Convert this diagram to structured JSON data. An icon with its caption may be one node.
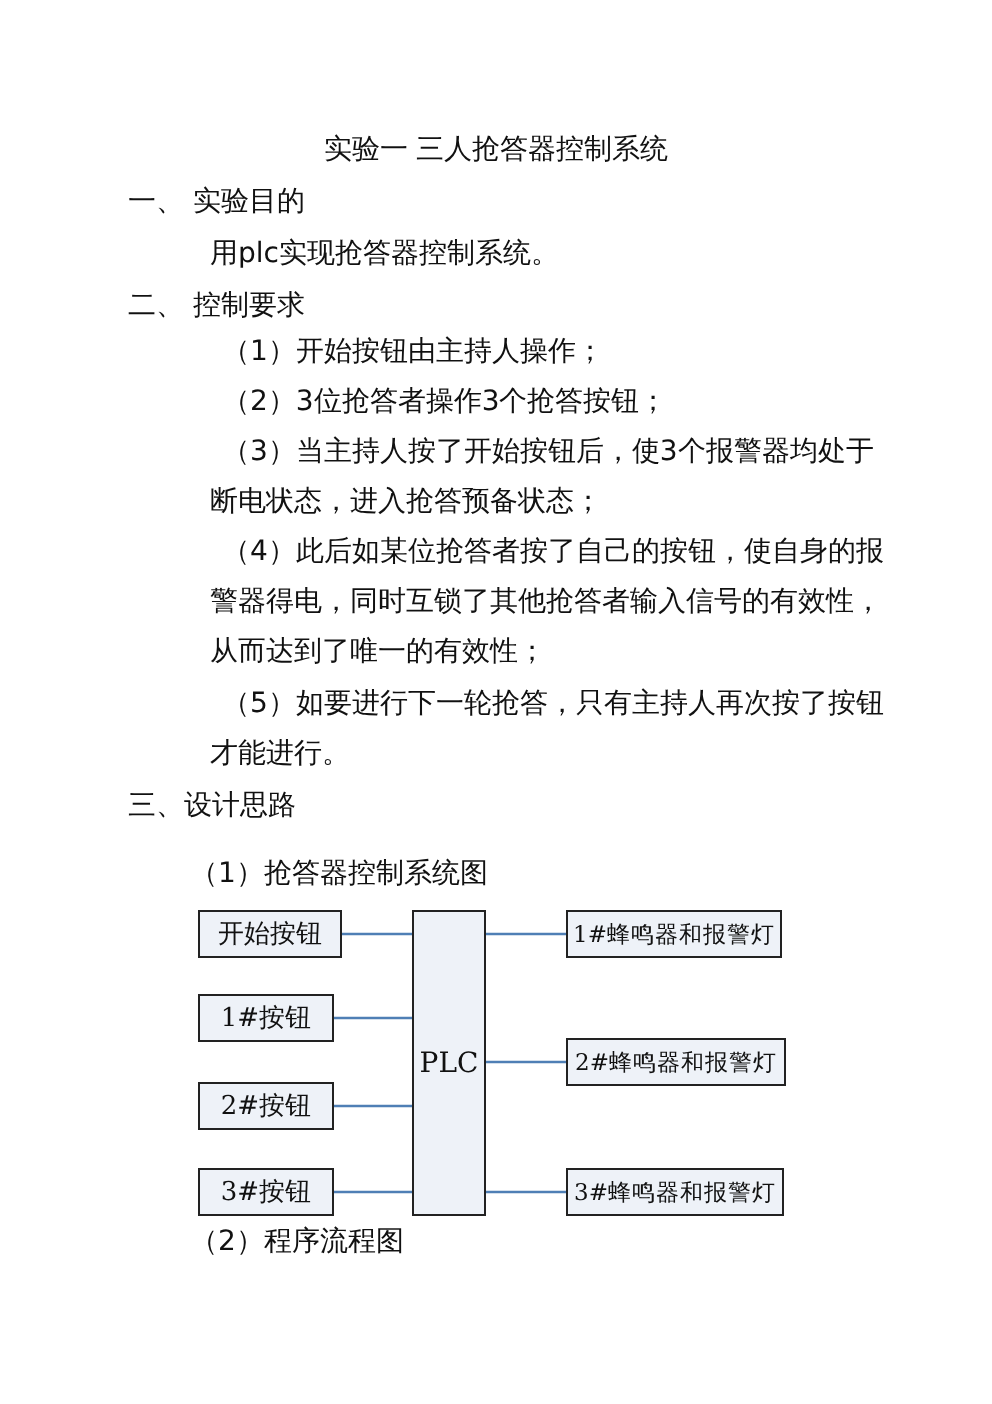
{
  "diagram": {
    "title": "实验一 三人抢答器控制系统",
    "nodes": [
      {
        "text": [
          "开始按钮"
        ]
      },
      {
        "text": [
          "1#按钮"
        ]
      },
      {
        "text": [
          "2#按钮"
        ]
      },
      {
        "text": [
          "3#按钮"
        ]
      },
      {
        "text": [
          "PLC"
        ]
      },
      {
        "text": [
          "1#蜂鸣器和报警灯"
        ]
      },
      {
        "text": [
          "2#蜂鸣器和报警灯"
        ]
      },
      {
        "text": [
          "3#蜂鸣器和报警灯"
        ]
      }
    ],
    "edges": [
      {
        "from": 0,
        "to": 4,
        "arrow": "none"
      },
      {
        "from": 1,
        "to": 4,
        "arrow": "none"
      },
      {
        "from": 2,
        "to": 4,
        "arrow": "none"
      },
      {
        "from": 3,
        "to": 4,
        "arrow": "none"
      },
      {
        "from": 4,
        "to": 5,
        "arrow": "none"
      },
      {
        "from": 4,
        "to": 6,
        "arrow": "none"
      },
      {
        "from": 4,
        "to": 7,
        "arrow": "none"
      }
    ],
    "labels": [
      "一、 实验目的",
      "用plc实现抢答器控制系统。",
      "二、 控制要求",
      "（1）开始按钮由主持人操作；",
      "（2）3位抢答者操作3个抢答按钮；",
      "（3）当主持人按了开始按钮后，使3个报警器均处于断电状态，进入抢答预备状态；",
      "（4）此后如某位抢答者按了自己的按钮，使自身的报警器得电，同时互锁了其他抢答者输入信号的有效性，从而达到了唯一的有效性；",
      "（5）如要进行下一轮抢答，只有主持人再次按了按钮才能进行。",
      "三、设计思路",
      "（1）抢答器控制系统图",
      "（2）程序流程图"
    ]
  }
}
